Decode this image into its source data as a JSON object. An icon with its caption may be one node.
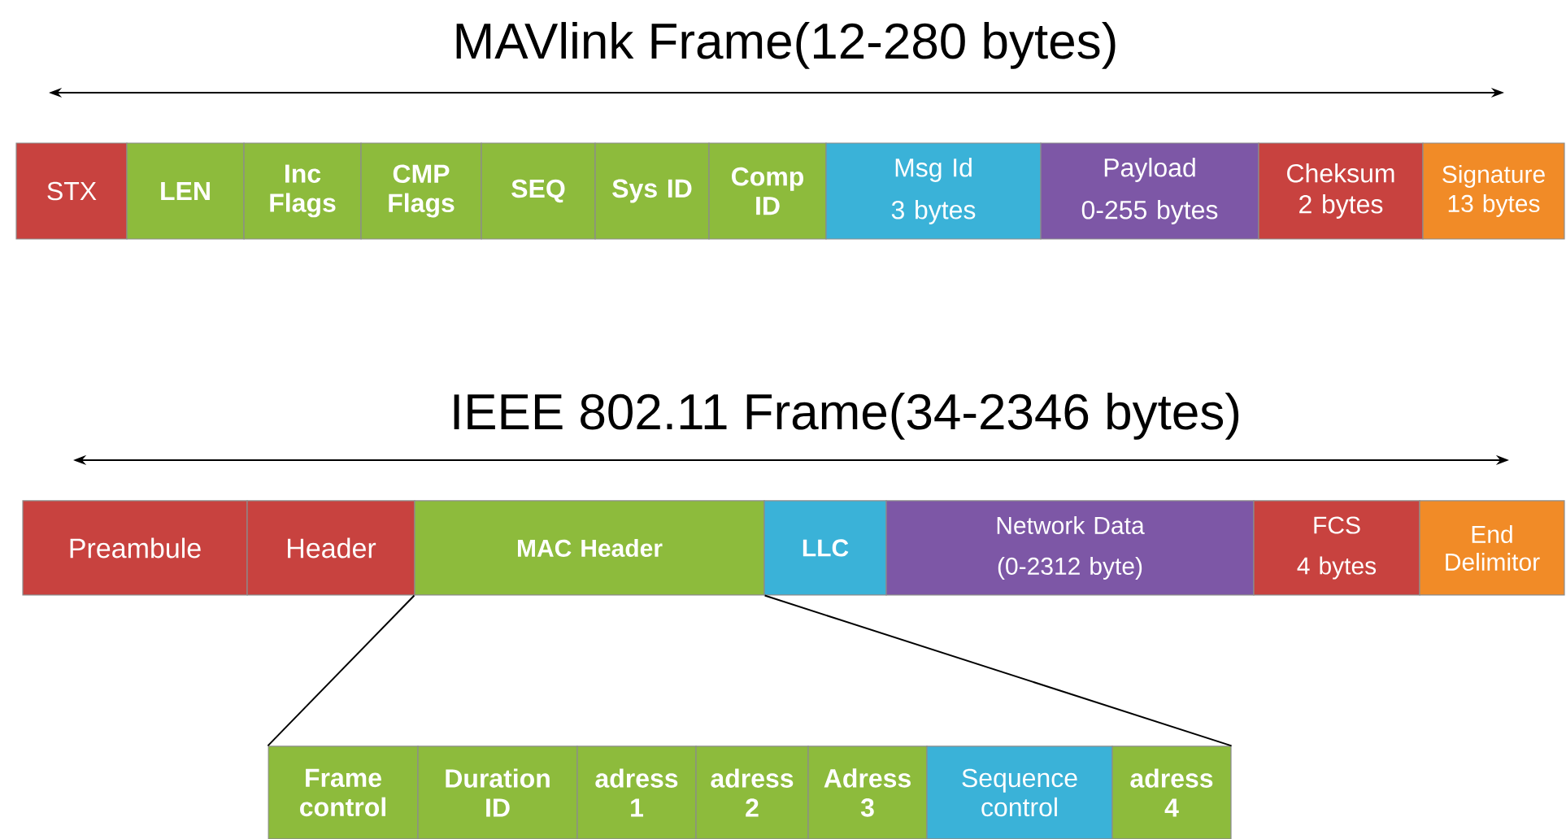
{
  "diagram": {
    "nodes": [
      {
        "text": [
          "STX"
        ]
      },
      {
        "text": [
          "LEN"
        ]
      },
      {
        "text": [
          "Inc Flags"
        ]
      },
      {
        "text": [
          "CMP Flags"
        ]
      },
      {
        "text": [
          "SEQ"
        ]
      },
      {
        "text": [
          "Sys ID"
        ]
      },
      {
        "text": [
          "Comp ID"
        ]
      },
      {
        "text": [
          "Msg Id",
          "3 bytes"
        ]
      },
      {
        "text": [
          "Payload",
          "0-255 bytes"
        ]
      },
      {
        "text": [
          "Cheksum",
          "2 bytes"
        ]
      },
      {
        "text": [
          "Signature",
          "13 bytes"
        ]
      },
      {
        "text": [
          "Preambule"
        ]
      },
      {
        "text": [
          "Header"
        ]
      },
      {
        "text": [
          "MAC Header"
        ]
      },
      {
        "text": [
          "LLC"
        ]
      },
      {
        "text": [
          "Network Data",
          "(0-2312 byte)"
        ]
      },
      {
        "text": [
          "FCS",
          "4 bytes"
        ]
      },
      {
        "text": [
          "End Delimitor"
        ]
      },
      {
        "text": [
          "Frame control"
        ]
      },
      {
        "text": [
          "Duration ID"
        ]
      },
      {
        "text": [
          "adress 1"
        ]
      },
      {
        "text": [
          "adress 2"
        ]
      },
      {
        "text": [
          "Adress 3"
        ]
      },
      {
        "text": [
          "Sequence control"
        ]
      },
      {
        "text": [
          "adress 4"
        ]
      }
    ],
    "edges": [
      {
        "from": 13,
        "to": 18,
        "arrow": "none"
      },
      {
        "from": 13,
        "to": 24,
        "arrow": "none"
      }
    ],
    "labels": [
      "MAVlink Frame(12-280 bytes)",
      "IEEE 802.11 Frame(34-2346 bytes)"
    ]
  }
}
